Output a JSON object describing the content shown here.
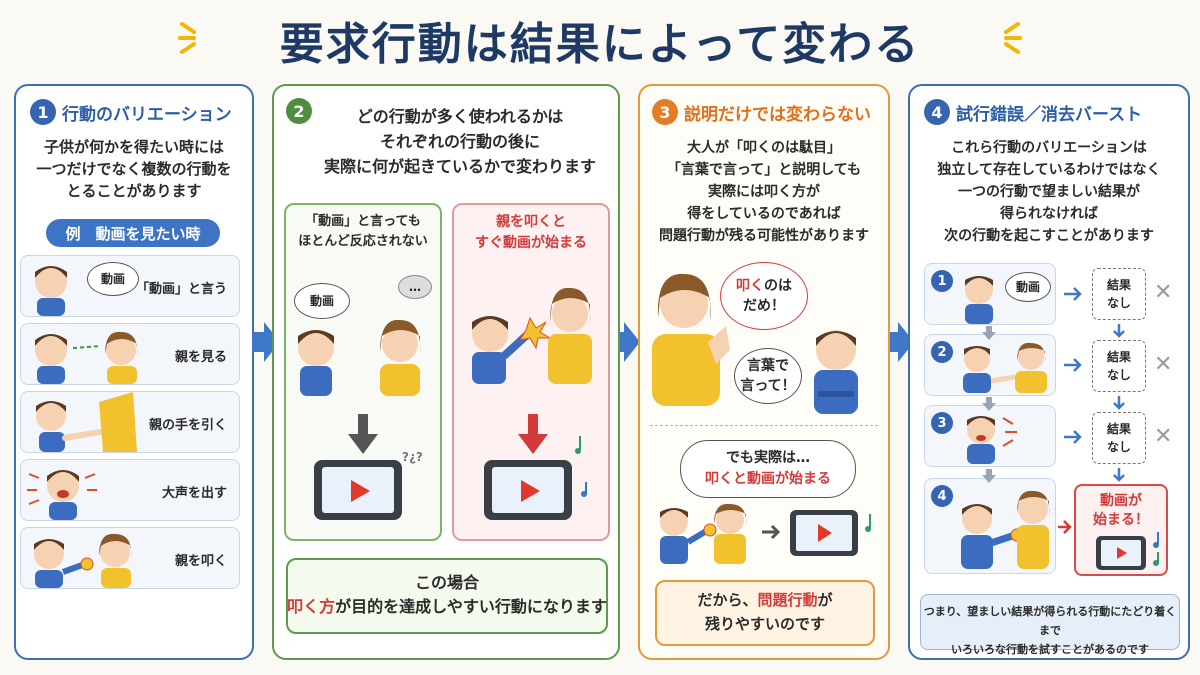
{
  "title": "要求行動は結果によって変わる",
  "panel1": {
    "number": "1",
    "heading": "行動のバリエーション",
    "body": [
      "子供が何かを得たい時には",
      "一つだけでなく複数の行動を",
      "とることがあります"
    ],
    "example": "例　動画を見たい時",
    "bubble": "動画",
    "behaviors": [
      "「動画」と言う",
      "親を見る",
      "親の手を引く",
      "大声を出す",
      "親を叩く"
    ]
  },
  "panel2": {
    "number": "2",
    "body": [
      "どの行動が多く使われるかは",
      "それぞれの行動の後に",
      "実際に何が起きているかで変わります"
    ],
    "left_caption": [
      "「動画」と言っても",
      "ほとんど反応されない"
    ],
    "left_bubble": "動画",
    "left_parent_bubble": "…",
    "confused_mark": "?¿?",
    "right_caption": [
      "親を叩くと",
      "すぐ動画が始まる"
    ],
    "conclusion_1": "この場合",
    "conclusion_highlight": "叩く方",
    "conclusion_rest": "が目的を達成しやすい行動になります"
  },
  "panel3": {
    "number": "3",
    "heading": "説明だけでは変わらない",
    "body": [
      "大人が「叩くのは駄目」",
      "「言葉で言って」と説明しても",
      "実際には叩く方が",
      "得をしているのであれば",
      "問題行動が残る可能性があります"
    ],
    "bubble_a_1": "叩く",
    "bubble_a_2": "のは",
    "bubble_a_3": "だめ！",
    "bubble_b": [
      "言葉で",
      "言って！"
    ],
    "thought_1": "でも実際は…",
    "thought_2": "叩くと動画が始まる",
    "conclusion_pre": "だから、",
    "conclusion_highlight": "問題行動",
    "conclusion_mid": "が",
    "conclusion_2": "残りやすいのです"
  },
  "panel4": {
    "number": "4",
    "heading": "試行錯誤／消去バースト",
    "body": [
      "これら行動のバリエーションは",
      "独立して存在しているわけではなく",
      "一つの行動で望ましい結果が",
      "得られなければ",
      "次の行動を起こすことがあります"
    ],
    "steps": [
      {
        "num": "1",
        "result": [
          "結果",
          "なし"
        ]
      },
      {
        "num": "2",
        "result": [
          "結果",
          "なし"
        ]
      },
      {
        "num": "3",
        "result": [
          "結果",
          "なし"
        ]
      },
      {
        "num": "4"
      }
    ],
    "step1_bubble": "動画",
    "goal": [
      "動画が",
      "始まる！"
    ],
    "footer": [
      "つまり、望ましい結果が得られる行動にたどり着くまで",
      "いろいろな行動を試すことがあるのです"
    ]
  },
  "colors": {
    "navy": "#1e3a64",
    "blue": "#3564b0",
    "green": "#4d8e3f",
    "orange": "#e37c22",
    "red": "#d43a3a"
  }
}
